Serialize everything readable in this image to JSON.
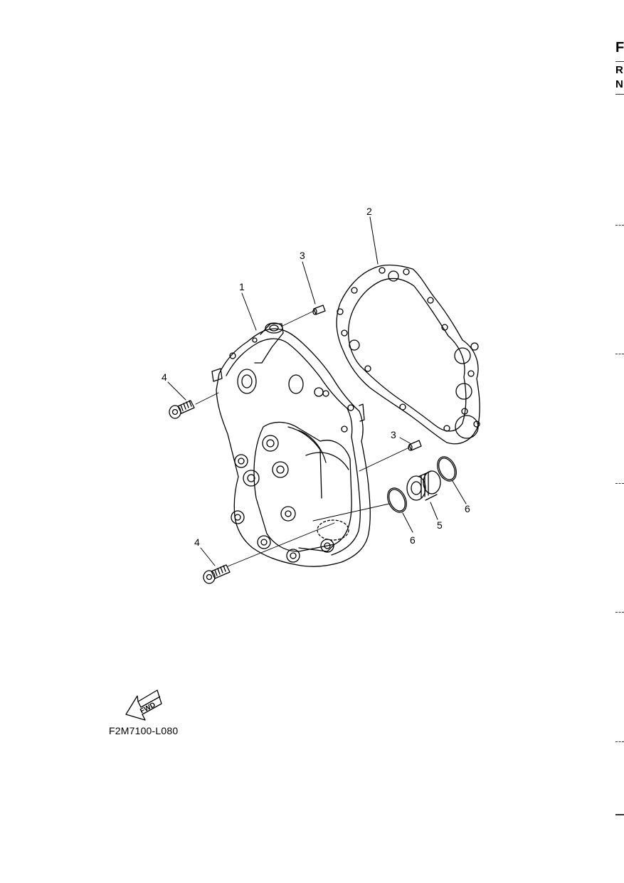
{
  "figure_code": "F2M7100-L080",
  "fwd_label": "FWD",
  "callouts": {
    "c1": "1",
    "c2": "2",
    "c3a": "3",
    "c3b": "3",
    "c4a": "4",
    "c4b": "4",
    "c5": "5",
    "c6a": "6",
    "c6b": "6"
  },
  "edge_letters": [
    "F",
    "R",
    "N"
  ],
  "colors": {
    "ink": "#000000",
    "background": "#ffffff"
  }
}
